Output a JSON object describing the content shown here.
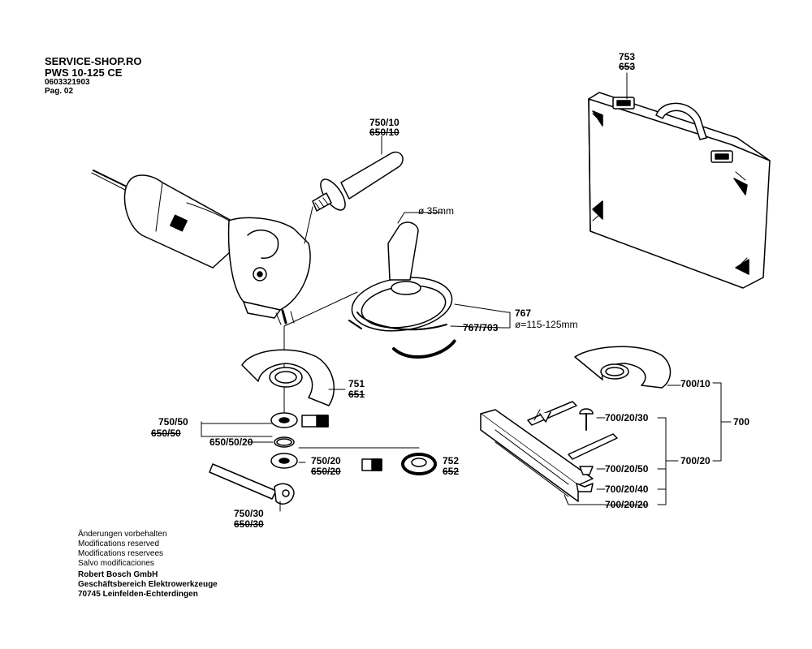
{
  "header": {
    "shop": "SERVICE-SHOP.RO",
    "model": "PWS 10-125 CE",
    "part_number": "0603321903",
    "page": "Pag. 02"
  },
  "callouts": {
    "case_new": "753",
    "case_old": "653",
    "handle_new": "750/10",
    "handle_old": "650/10",
    "dust_diameter": "ø 35mm",
    "hood_767": "767",
    "hood_767_703": "767/703",
    "hood_range": "ø=115-125mm",
    "guard_new": "751",
    "guard_old": "651",
    "flange_new": "750/50",
    "flange_old": "650/50",
    "oring": "650/50/20",
    "nut_new": "750/20",
    "nut_old": "650/20",
    "quicknut_new": "752",
    "quicknut_old": "652",
    "spanner_new": "750/30",
    "spanner_old": "650/30",
    "guide_700_10": "700/10",
    "guide_700": "700",
    "guide_700_20_30": "700/20/30",
    "guide_700_20_50": "700/20/50",
    "guide_700_20": "700/20",
    "guide_700_20_40": "700/20/40",
    "guide_700_20_20": "700/20/20"
  },
  "footer": {
    "line1": "Änderungen vorbehalten",
    "line2": "Modifications reserved",
    "line3": "Modifications reservees",
    "line4": "Salvo modificaciones",
    "company": "Robert Bosch GmbH",
    "division": "Geschäftsbereich Elektrowerkzeuge",
    "address": "70745 Leinfelden-Echterdingen"
  }
}
